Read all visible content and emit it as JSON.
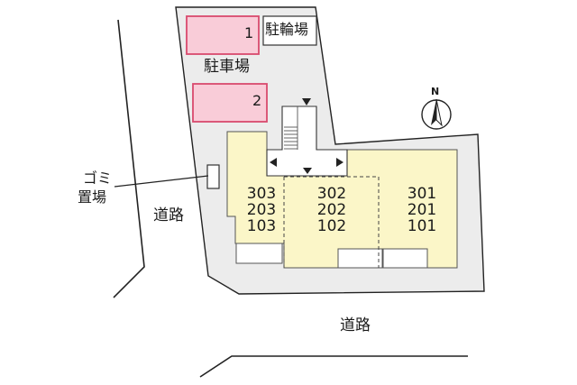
{
  "labels": {
    "bicycle_parking": "駐輪場",
    "car_parking": "駐車場",
    "garbage_line1": "ゴミ",
    "garbage_line2": "置場",
    "road_west": "道路",
    "road_south": "道路",
    "north": "N"
  },
  "parking_spaces": [
    "1",
    "2"
  ],
  "unit_columns": [
    {
      "id": "west",
      "units": [
        "303",
        "203",
        "103"
      ]
    },
    {
      "id": "middle",
      "units": [
        "302",
        "202",
        "102"
      ]
    },
    {
      "id": "east",
      "units": [
        "301",
        "201",
        "101"
      ]
    }
  ],
  "colors": {
    "lot": "#ececec",
    "building": "#fbf6c8",
    "parking_fill": "#f9ccd8",
    "parking_border": "#d94a6e",
    "line": "#222222"
  }
}
